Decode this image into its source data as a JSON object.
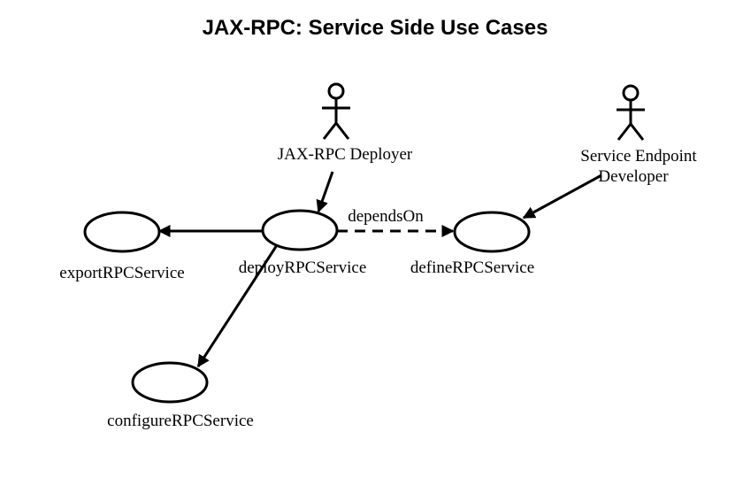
{
  "title": "JAX-RPC:  Service Side Use Cases",
  "actors": {
    "deployer": {
      "label": "JAX-RPC Deployer"
    },
    "developer": {
      "label_line1": "Service Endpoint",
      "label_line2": "Developer"
    }
  },
  "use_cases": {
    "export": "exportRPCService",
    "deploy": "deployRPCService",
    "define": "defineRPCService",
    "configure": "configureRPCService"
  },
  "relations": {
    "depends_on": "dependsOn"
  }
}
